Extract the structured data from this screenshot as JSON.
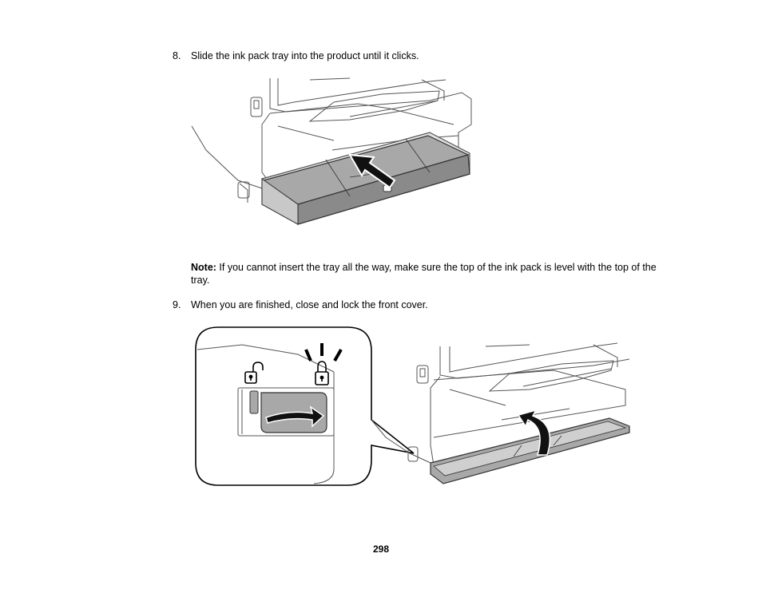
{
  "steps": [
    {
      "number": "8.",
      "text": "Slide the ink pack tray into the product until it clicks."
    },
    {
      "number": "9.",
      "text": "When you are finished, close and lock the front cover."
    }
  ],
  "note": {
    "label": "Note:",
    "text": " If you cannot insert the tray all the way, make sure the top of the ink pack is level with the top of the tray."
  },
  "page_number": "298",
  "colors": {
    "line": "#555555",
    "tray_fill": "#a8a8a8",
    "arrow": "#111111"
  },
  "icons": [
    "unlock-icon",
    "lock-icon",
    "insert-arrow-icon",
    "lock-arrow-icon",
    "close-arrow-icon"
  ]
}
